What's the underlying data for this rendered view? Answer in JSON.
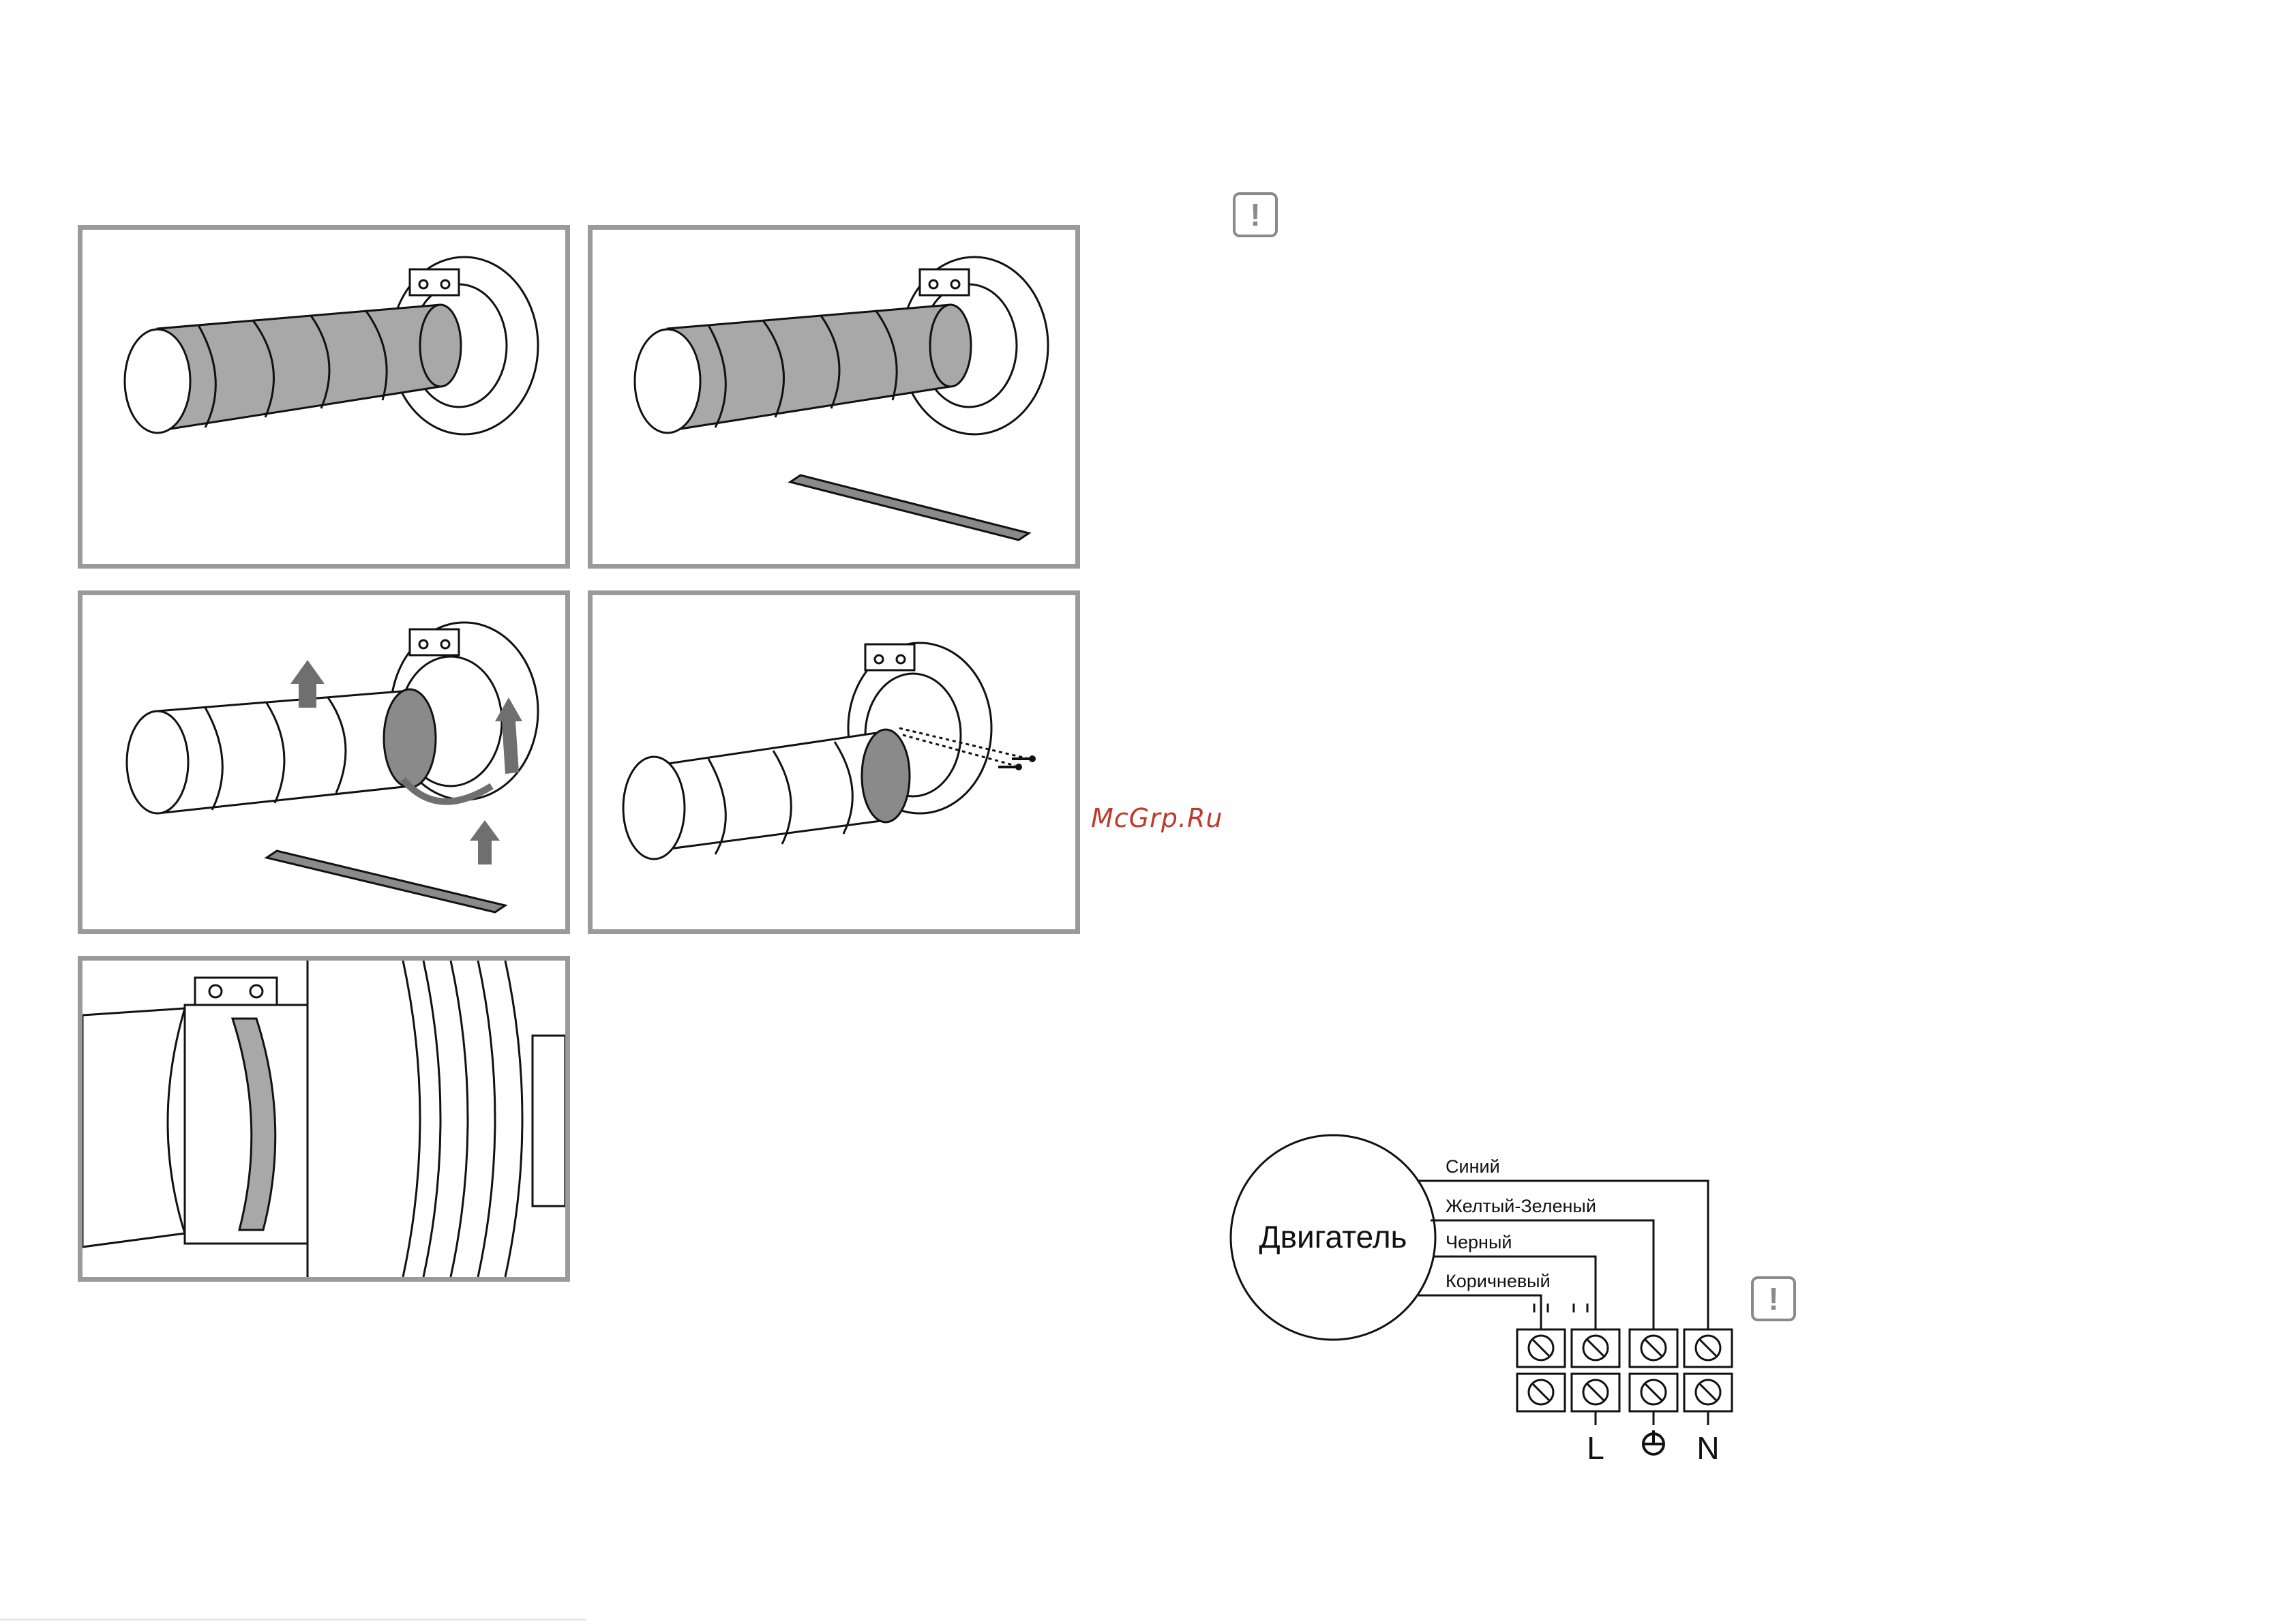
{
  "watermark": "McGrp.Ru",
  "warning_symbol": "!",
  "wiring": {
    "motor_label": "Двигатель",
    "wires": [
      "Синий",
      "Желтый-Зеленый",
      "Черный",
      "Коричневый"
    ],
    "terminal_labels": {
      "live": "L",
      "neutral": "N",
      "earth_icon": "earth-ground-icon"
    }
  },
  "colors": {
    "panel_border": "#9a9a9a",
    "duct_fill": "#a8a8a8",
    "arrow": "#6f6f6f",
    "watermark": "#c0392b"
  }
}
